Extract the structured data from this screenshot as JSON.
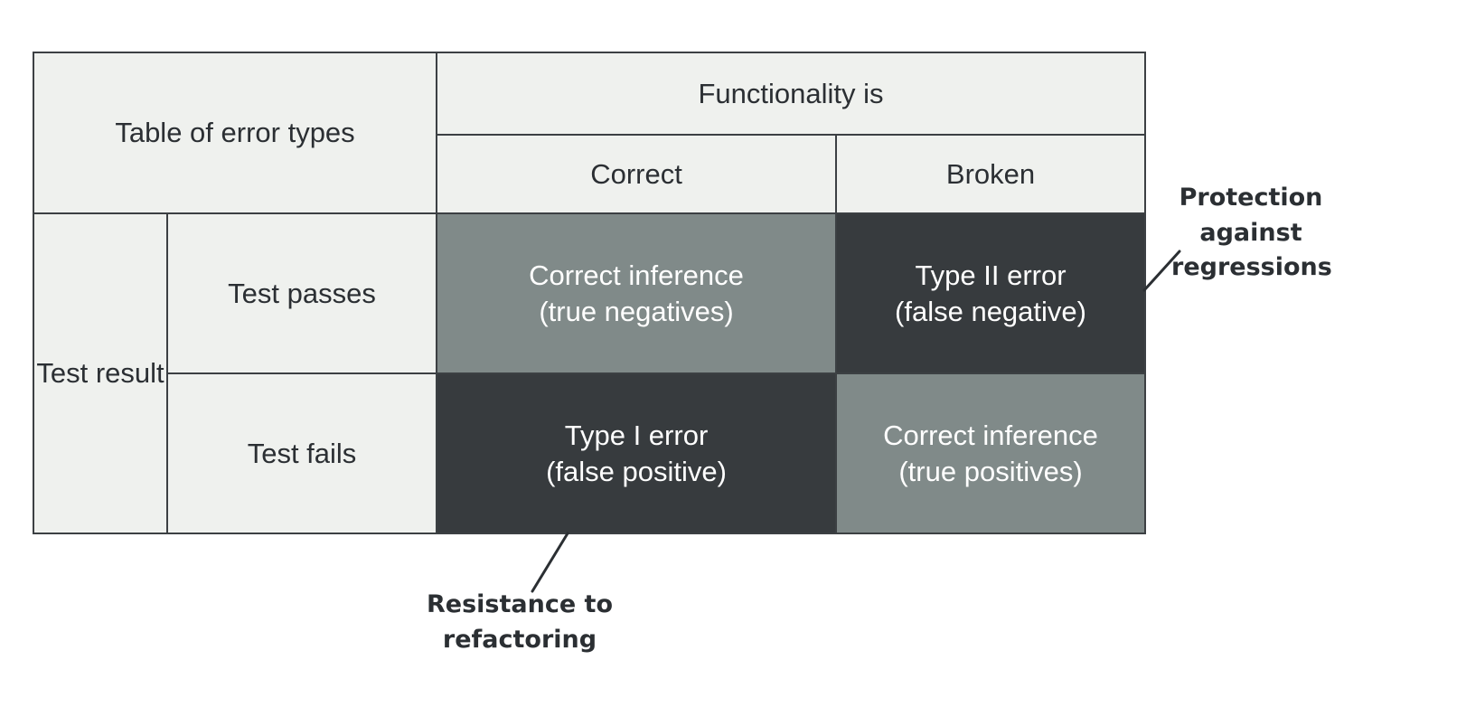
{
  "figure": {
    "title": "Table of error types",
    "corner_label": "Table of error types",
    "column_group_header": "Functionality is",
    "column_headers": [
      "Correct",
      "Broken"
    ],
    "row_group_header": "Test result",
    "row_headers": [
      "Test passes",
      "Test fails"
    ],
    "cells": [
      [
        {
          "line1": "Correct inference",
          "line2": "(true negatives)",
          "style": "gray"
        },
        {
          "line1": "Type II error",
          "line2": "(false negative)",
          "style": "dark"
        }
      ],
      [
        {
          "line1": "Type I error",
          "line2": "(false positive)",
          "style": "dark"
        },
        {
          "line1": "Correct inference",
          "line2": "(true positives)",
          "style": "gray"
        }
      ]
    ],
    "annotations": [
      {
        "id": "protection",
        "text": "Protection\nagainst\nregressions"
      },
      {
        "id": "resistance",
        "text": "Resistance to\nrefactoring"
      }
    ],
    "colors": {
      "cell_light": "#eff1ee",
      "cell_gray": "#808a89",
      "cell_dark": "#373b3e",
      "border": "#3c4043",
      "text_dark": "#2b2f33",
      "text_light": "#ffffff",
      "background": "#ffffff"
    }
  }
}
